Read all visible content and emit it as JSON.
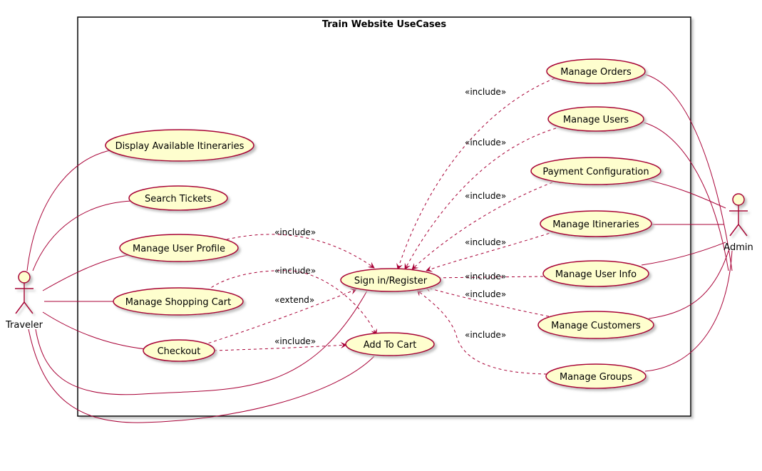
{
  "diagram": {
    "title": "Train Website UseCases",
    "colors": {
      "line": "#A80036",
      "usecase_fill": "#FEFECE",
      "boundary_stroke": "#000000",
      "shadow": "#bbbbbb"
    },
    "actors": {
      "traveler": "Traveler",
      "admin": "Admin"
    },
    "usecases": {
      "display_itineraries": "Display Available Itineraries",
      "search_tickets": "Search Tickets",
      "manage_user_profile": "Manage User Profile",
      "manage_shopping_cart": "Manage Shopping Cart",
      "checkout": "Checkout",
      "sign_in_register": "Sign in/Register",
      "add_to_cart": "Add To Cart",
      "manage_orders": "Manage Orders",
      "manage_users": "Manage Users",
      "payment_configuration": "Payment Configuration",
      "manage_itineraries": "Manage Itineraries",
      "manage_user_info": "Manage User Info",
      "manage_customers": "Manage Customers",
      "manage_groups": "Manage Groups"
    },
    "relations": {
      "include_profile_signin": "«include»",
      "include_cart_addtocart": "«include»",
      "extend_checkout_signin": "«extend»",
      "include_checkout_addtocart": "«include»",
      "include_orders": "«include»",
      "include_users": "«include»",
      "include_payment": "«include»",
      "include_itineraries": "«include»",
      "include_userinfo": "«include»",
      "include_customers": "«include»",
      "include_groups": "«include»"
    }
  }
}
